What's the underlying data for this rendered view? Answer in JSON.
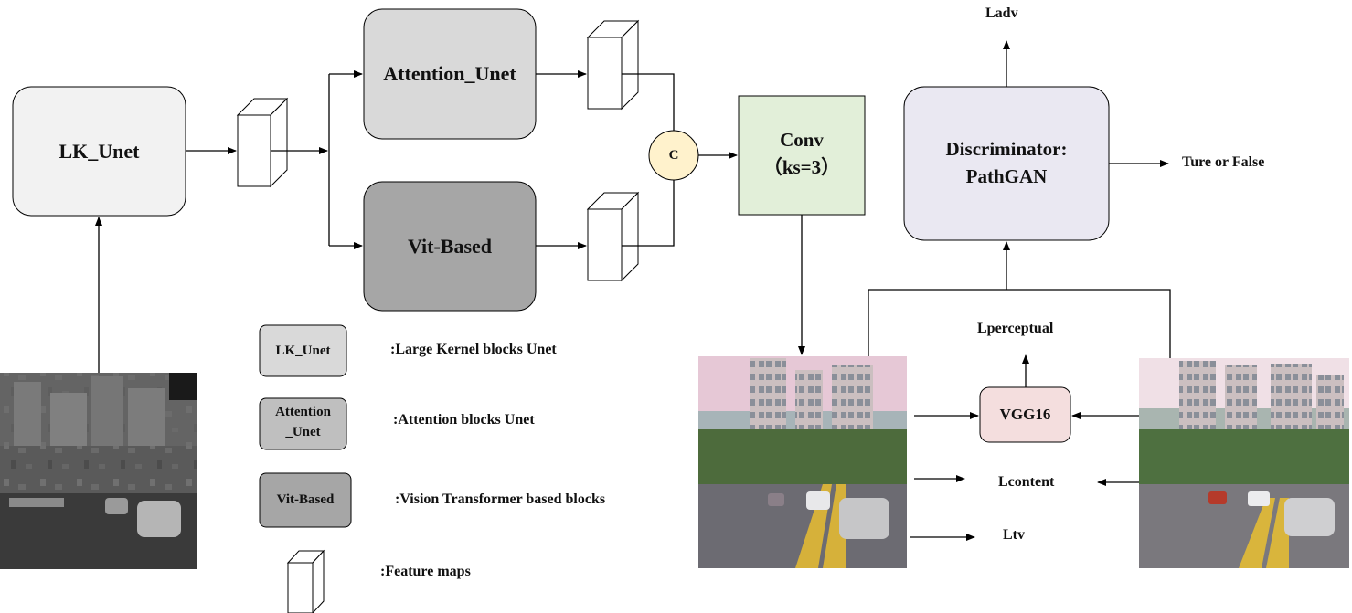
{
  "blocks": {
    "lk_unet": "LK_Unet",
    "attention_unet": "Attention_Unet",
    "vit_based": "Vit-Based",
    "concat": "C",
    "conv_line1": "Conv",
    "conv_line2": "（ks=3）",
    "disc_line1": "Discriminator:",
    "disc_line2": "PathGAN",
    "vgg16": "VGG16"
  },
  "outputs": {
    "ladv": "Ladv",
    "true_false": "Ture or False",
    "lperceptual": "Lperceptual",
    "lcontent": "Lcontent",
    "ltv": "Ltv"
  },
  "legend": {
    "lk_unet_label": "LK_Unet",
    "lk_unet_desc": ":Large Kernel blocks Unet",
    "attention_label_line1": "Attention",
    "attention_label_line2": "_Unet",
    "attention_desc": ":Attention blocks Unet",
    "vit_label": "Vit-Based",
    "vit_desc": ":Vision Transformer based blocks",
    "feature_desc": ":Feature maps"
  },
  "colors": {
    "lk_unet_fill": "#f2f2f2",
    "attention_fill": "#d9d9d9",
    "vit_fill": "#a6a6a6",
    "concat_fill": "#fff2cc",
    "conv_fill": "#e2efd9",
    "disc_fill": "#eae8f2",
    "vgg_fill": "#f4dede"
  }
}
